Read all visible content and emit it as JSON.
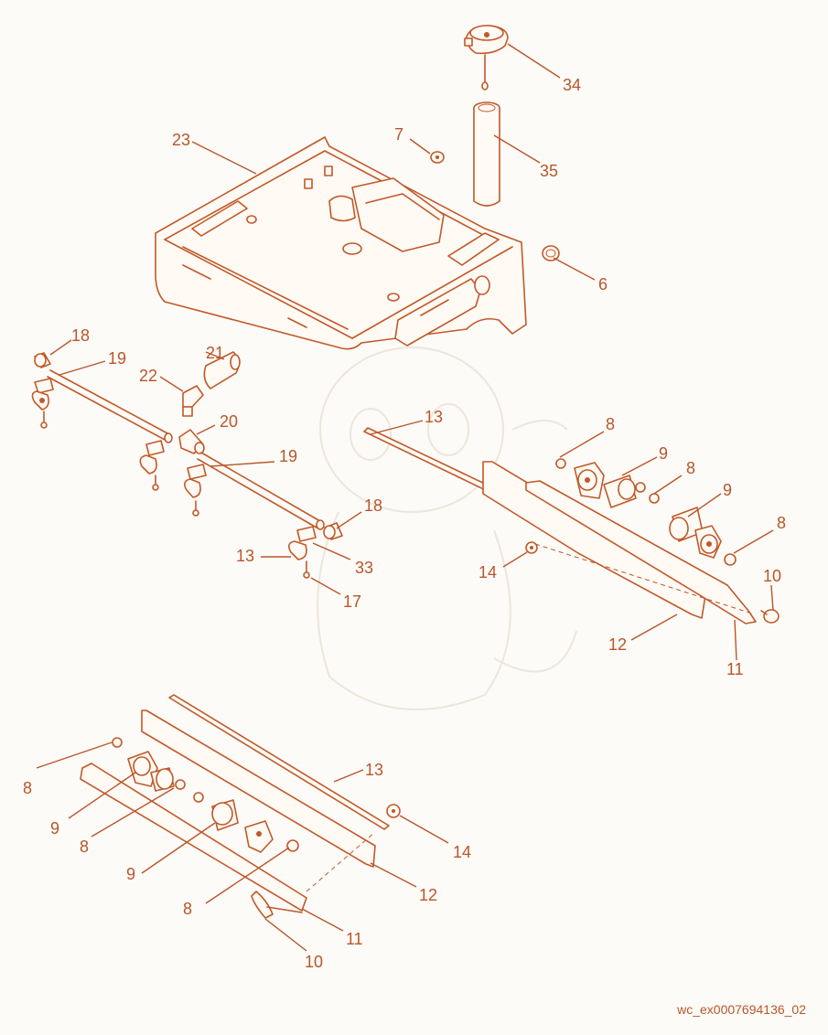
{
  "diagram": {
    "image_id": "wc_ex0007694136_02",
    "callouts": [
      "34",
      "7",
      "35",
      "23",
      "6",
      "18",
      "21",
      "19",
      "22",
      "20",
      "13",
      "8",
      "9",
      "8",
      "9",
      "8",
      "19",
      "18",
      "13",
      "33",
      "14",
      "17",
      "10",
      "12",
      "11",
      "13",
      "8",
      "9",
      "14",
      "8",
      "9",
      "12",
      "8",
      "11",
      "10"
    ],
    "colors": {
      "line": "#c0592a",
      "text": "#b8562a",
      "background": "#fdfbf7"
    }
  }
}
